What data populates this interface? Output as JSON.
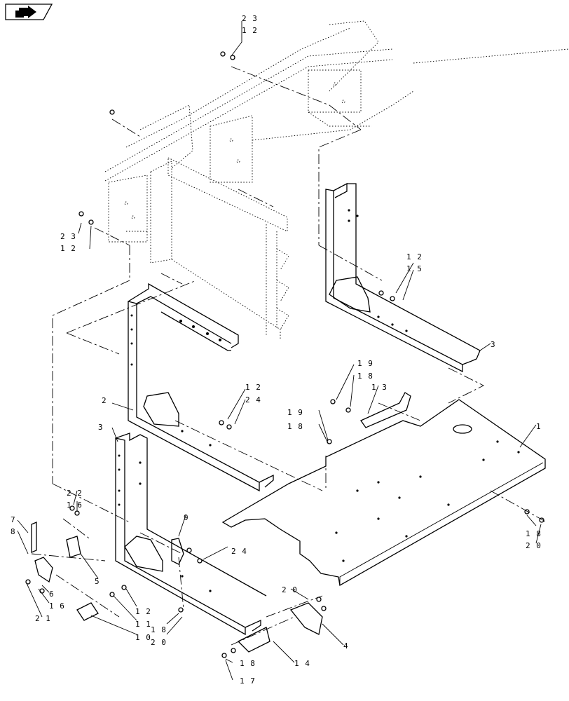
{
  "toolbar": {
    "icon": "arrow-icon"
  },
  "callouts": {
    "c23a": "2 3",
    "c12a": "1 2",
    "c23b": "2 3",
    "c12b": "1 2",
    "c12c": "1 2",
    "c15": "1 5",
    "c3a": "3",
    "c19a": "1 9",
    "c18a": "1 8",
    "c13": "1 3",
    "c2": "2",
    "c12d": "1 2",
    "c24a": "2 4",
    "c19b": "1 9",
    "c18b": "1 8",
    "c1": "1",
    "c3b": "3",
    "c22": "2 2",
    "c16a": "1 6",
    "c7": "7",
    "c8": "8",
    "c9": "9",
    "c24b": "2 4",
    "c5": "5",
    "c6": "6",
    "c16b": "1 6",
    "c21": "2 1",
    "c18c": "1 8",
    "c20a": "2 0",
    "c12e": "1 2",
    "c11": "1 1",
    "c10": "1 0",
    "c18d": "1 8",
    "c20b": "2 0",
    "c20c": "2 0",
    "c4": "4",
    "c14": "1 4",
    "c18e": "1 8",
    "c17": "1 7"
  }
}
